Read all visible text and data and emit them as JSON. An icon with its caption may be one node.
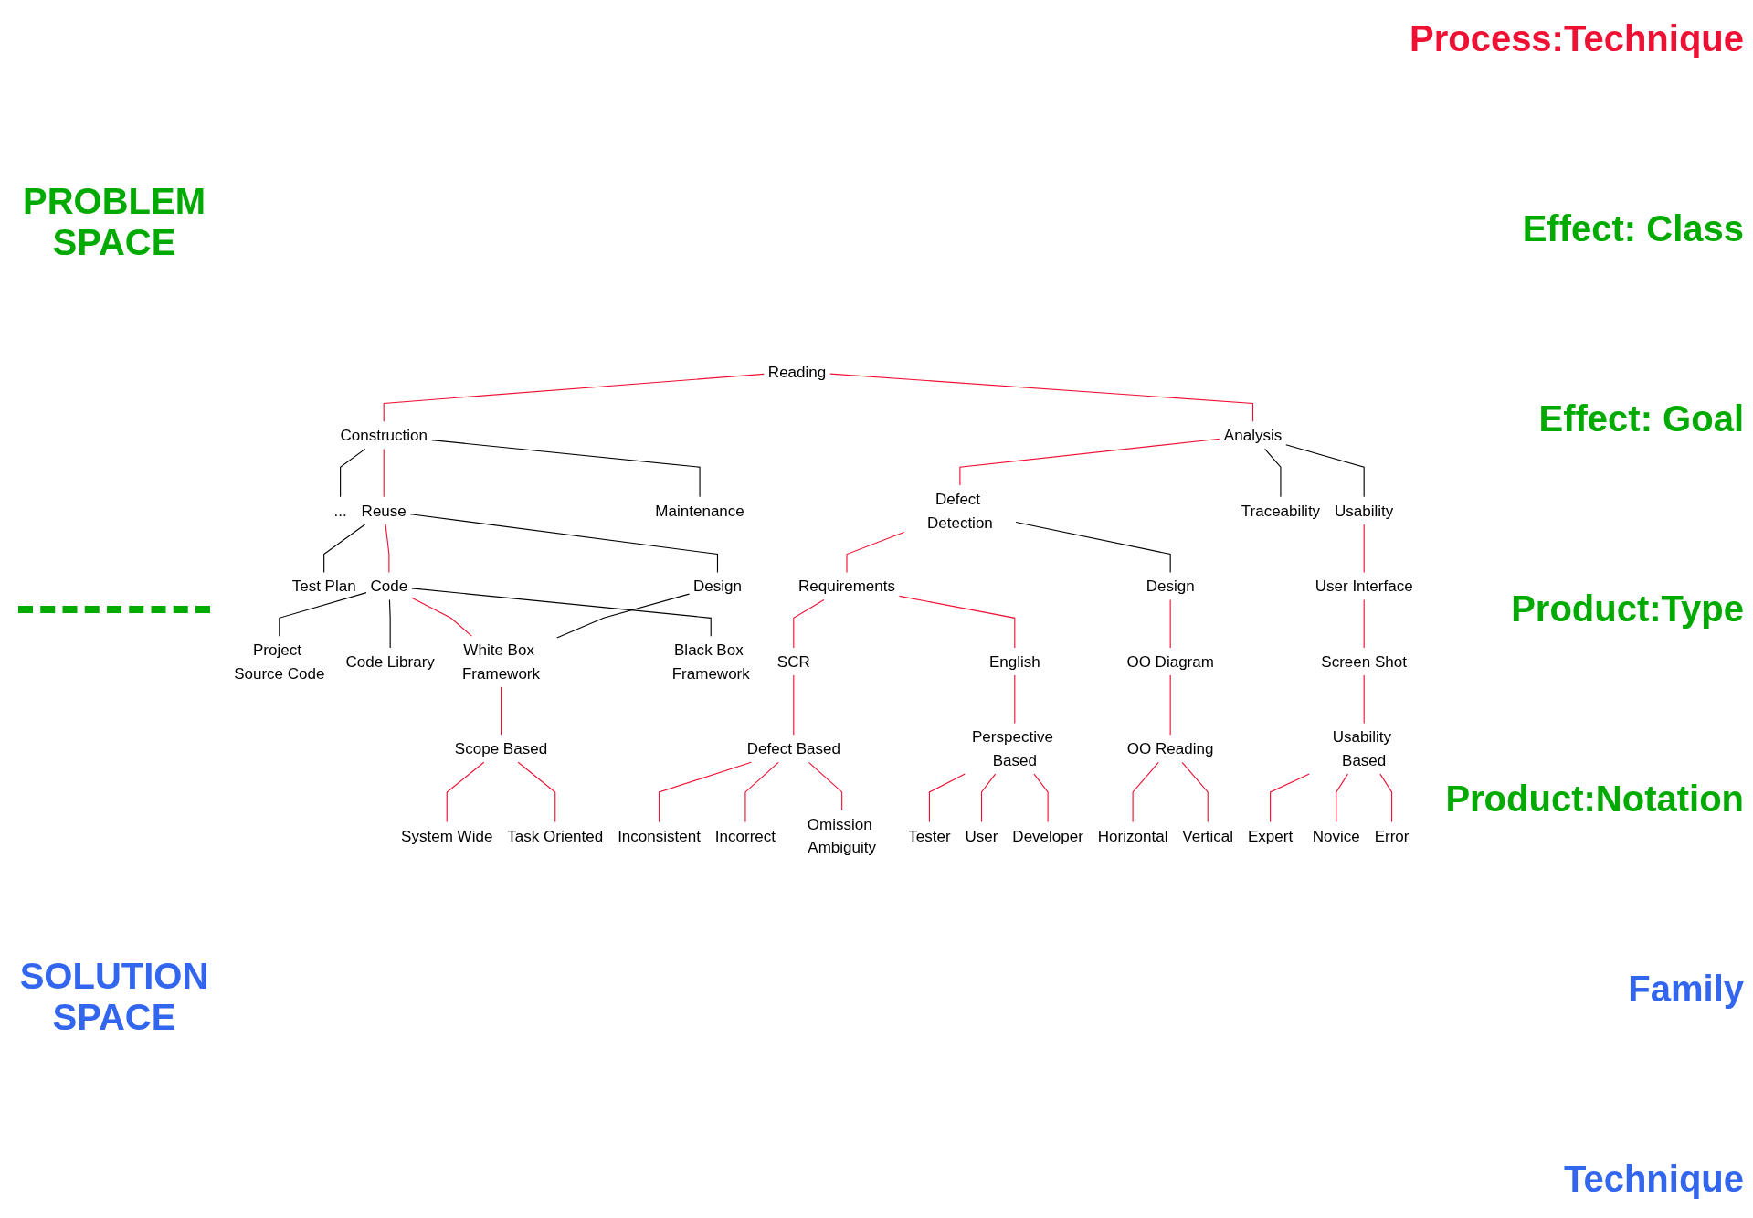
{
  "diagram": {
    "nodes": [
      {
        "text": [
          "Reading"
        ]
      },
      {
        "text": [
          "Construction"
        ]
      },
      {
        "text": [
          "Analysis"
        ]
      },
      {
        "text": [
          "..."
        ]
      },
      {
        "text": [
          "Reuse"
        ]
      },
      {
        "text": [
          "Maintenance"
        ]
      },
      {
        "text": [
          "Defect Detection"
        ]
      },
      {
        "text": [
          "Traceability"
        ]
      },
      {
        "text": [
          "Usability"
        ]
      },
      {
        "text": [
          "Test Plan"
        ]
      },
      {
        "text": [
          "Code"
        ]
      },
      {
        "text": [
          "Design"
        ]
      },
      {
        "text": [
          "Requirements"
        ]
      },
      {
        "text": [
          "Design"
        ]
      },
      {
        "text": [
          "User Interface"
        ]
      },
      {
        "text": [
          "Project Source Code"
        ]
      },
      {
        "text": [
          "Code Library"
        ]
      },
      {
        "text": [
          "White Box Framework"
        ]
      },
      {
        "text": [
          "Black Box Framework"
        ]
      },
      {
        "text": [
          "SCR"
        ]
      },
      {
        "text": [
          "English"
        ]
      },
      {
        "text": [
          "OO Diagram"
        ]
      },
      {
        "text": [
          "Screen Shot"
        ]
      },
      {
        "text": [
          "Scope Based"
        ]
      },
      {
        "text": [
          "Defect Based"
        ]
      },
      {
        "text": [
          "Perspective Based"
        ]
      },
      {
        "text": [
          "OO Reading"
        ]
      },
      {
        "text": [
          "Usability Based"
        ]
      },
      {
        "text": [
          "Tester"
        ]
      },
      {
        "text": [
          "User"
        ]
      },
      {
        "text": [
          "Developer"
        ]
      },
      {
        "text": [
          "Expert"
        ]
      },
      {
        "text": [
          "Novice"
        ]
      },
      {
        "text": [
          "Error"
        ]
      },
      {
        "text": [
          "System Wide"
        ]
      },
      {
        "text": [
          "Task Oriented"
        ]
      },
      {
        "text": [
          "Inconsistent"
        ]
      },
      {
        "text": [
          "Incorrect"
        ]
      },
      {
        "text": [
          "Omission Ambiguity"
        ]
      },
      {
        "text": [
          "Horizontal"
        ]
      },
      {
        "text": [
          "Vertical"
        ]
      }
    ],
    "edges": [
      {
        "from": 0,
        "to": 1,
        "arrow": "none"
      },
      {
        "from": 0,
        "to": 2,
        "arrow": "none"
      },
      {
        "from": 1,
        "to": 3,
        "arrow": "none",
        "color": "#000000"
      },
      {
        "from": 1,
        "to": 4,
        "arrow": "none"
      },
      {
        "from": 1,
        "to": 5,
        "arrow": "none",
        "color": "#000000"
      },
      {
        "from": 2,
        "to": 6,
        "arrow": "none"
      },
      {
        "from": 2,
        "to": 7,
        "arrow": "none",
        "color": "#000000"
      },
      {
        "from": 2,
        "to": 8,
        "arrow": "none",
        "color": "#000000"
      },
      {
        "from": 4,
        "to": 9,
        "arrow": "none",
        "color": "#000000"
      },
      {
        "from": 4,
        "to": 10,
        "arrow": "none"
      },
      {
        "from": 4,
        "to": 11,
        "arrow": "none",
        "color": "#000000"
      },
      {
        "from": 6,
        "to": 12,
        "arrow": "none"
      },
      {
        "from": 6,
        "to": 13,
        "arrow": "none",
        "color": "#000000"
      },
      {
        "from": 8,
        "to": 14,
        "arrow": "none"
      },
      {
        "from": 10,
        "to": 15,
        "arrow": "none",
        "color": "#000000"
      },
      {
        "from": 10,
        "to": 16,
        "arrow": "none",
        "color": "#000000"
      },
      {
        "from": 10,
        "to": 17,
        "arrow": "none"
      },
      {
        "from": 10,
        "to": 18,
        "arrow": "none",
        "color": "#000000"
      },
      {
        "from": 11,
        "to": 17,
        "arrow": "none",
        "color": "#000000"
      },
      {
        "from": 12,
        "to": 19,
        "arrow": "none"
      },
      {
        "from": 12,
        "to": 20,
        "arrow": "none"
      },
      {
        "from": 13,
        "to": 21,
        "arrow": "none"
      },
      {
        "from": 14,
        "to": 22,
        "arrow": "none"
      },
      {
        "from": 17,
        "to": 23,
        "arrow": "none"
      },
      {
        "from": 19,
        "to": 24,
        "arrow": "none"
      },
      {
        "from": 20,
        "to": 25,
        "arrow": "none"
      },
      {
        "from": 21,
        "to": 26,
        "arrow": "none"
      },
      {
        "from": 22,
        "to": 27,
        "arrow": "none"
      },
      {
        "from": 25,
        "to": 28,
        "arrow": "none"
      },
      {
        "from": 25,
        "to": 29,
        "arrow": "none"
      },
      {
        "from": 25,
        "to": 30,
        "arrow": "none"
      },
      {
        "from": 27,
        "to": 31,
        "arrow": "none"
      },
      {
        "from": 27,
        "to": 32,
        "arrow": "none"
      },
      {
        "from": 27,
        "to": 33,
        "arrow": "none"
      },
      {
        "from": 23,
        "to": 34,
        "arrow": "none"
      },
      {
        "from": 23,
        "to": 35,
        "arrow": "none"
      },
      {
        "from": 24,
        "to": 36,
        "arrow": "none"
      },
      {
        "from": 24,
        "to": 37,
        "arrow": "none"
      },
      {
        "from": 24,
        "to": 38,
        "arrow": "none"
      },
      {
        "from": 26,
        "to": 39,
        "arrow": "none"
      },
      {
        "from": 26,
        "to": 40,
        "arrow": "none"
      }
    ],
    "labels": [
      "Process:Technique",
      "Effect: Class",
      "PROBLEM SPACE",
      "Effect: Goal",
      "Product:Type",
      "Product:Notation",
      "Family",
      "SOLUTION SPACE",
      "Technique"
    ]
  }
}
